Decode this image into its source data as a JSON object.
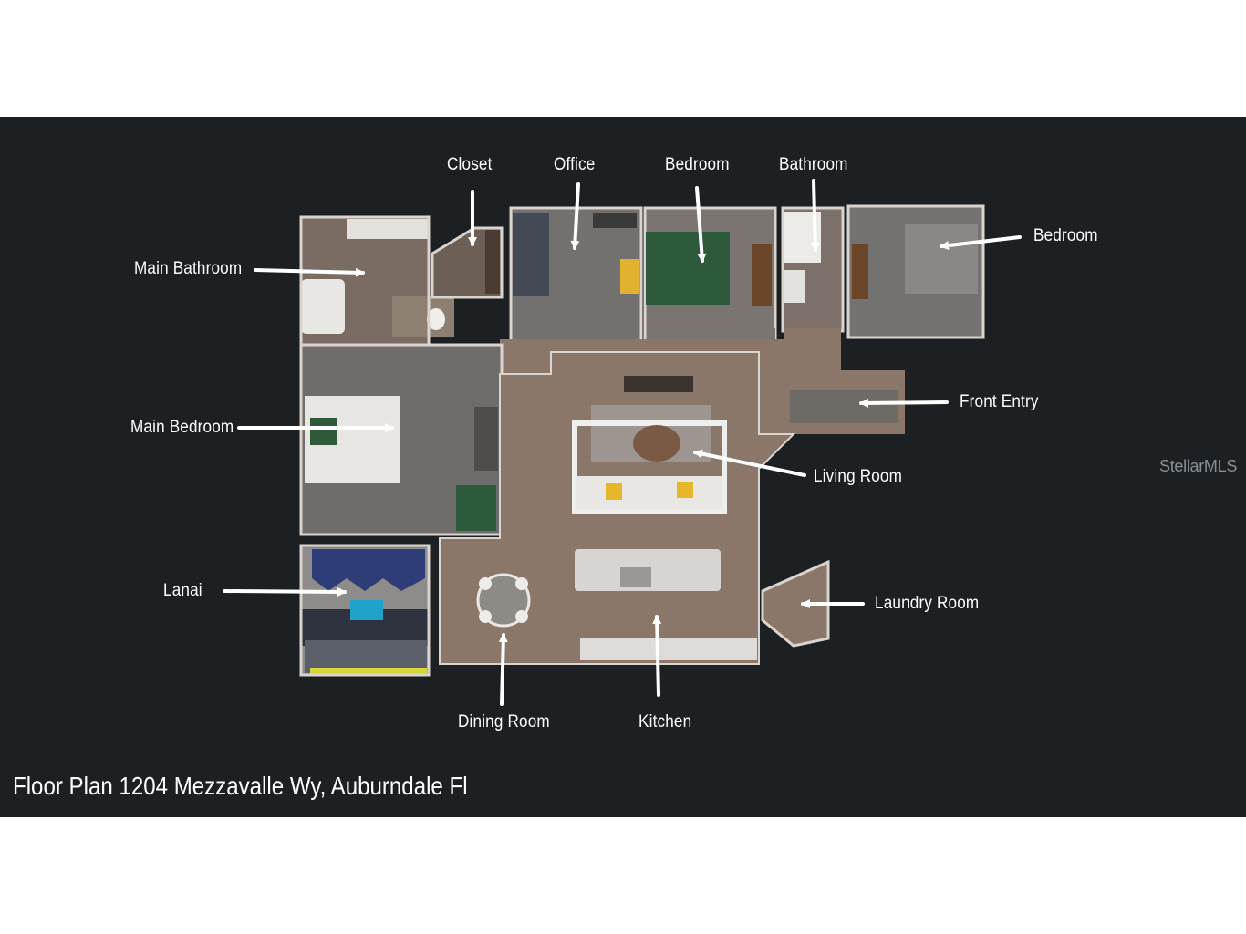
{
  "caption": "Floor Plan 1204 Mezzavalle Wy, Auburndale Fl",
  "watermark": "StellarMLS",
  "colors": {
    "background": "#1d2022",
    "floor": "#8a7769",
    "carpet": "#6f6d6b",
    "wall": "#e8e4df",
    "label": "#ffffff"
  },
  "labels": {
    "closet": "Closet",
    "office": "Office",
    "bedroom_top": "Bedroom",
    "bathroom": "Bathroom",
    "bedroom_right": "Bedroom",
    "main_bathroom": "Main Bathroom",
    "main_bedroom": "Main Bedroom",
    "front_entry": "Front Entry",
    "living_room": "Living Room",
    "lanai": "Lanai",
    "laundry_room": "Laundry Room",
    "dining_room": "Dining Room",
    "kitchen": "Kitchen"
  }
}
